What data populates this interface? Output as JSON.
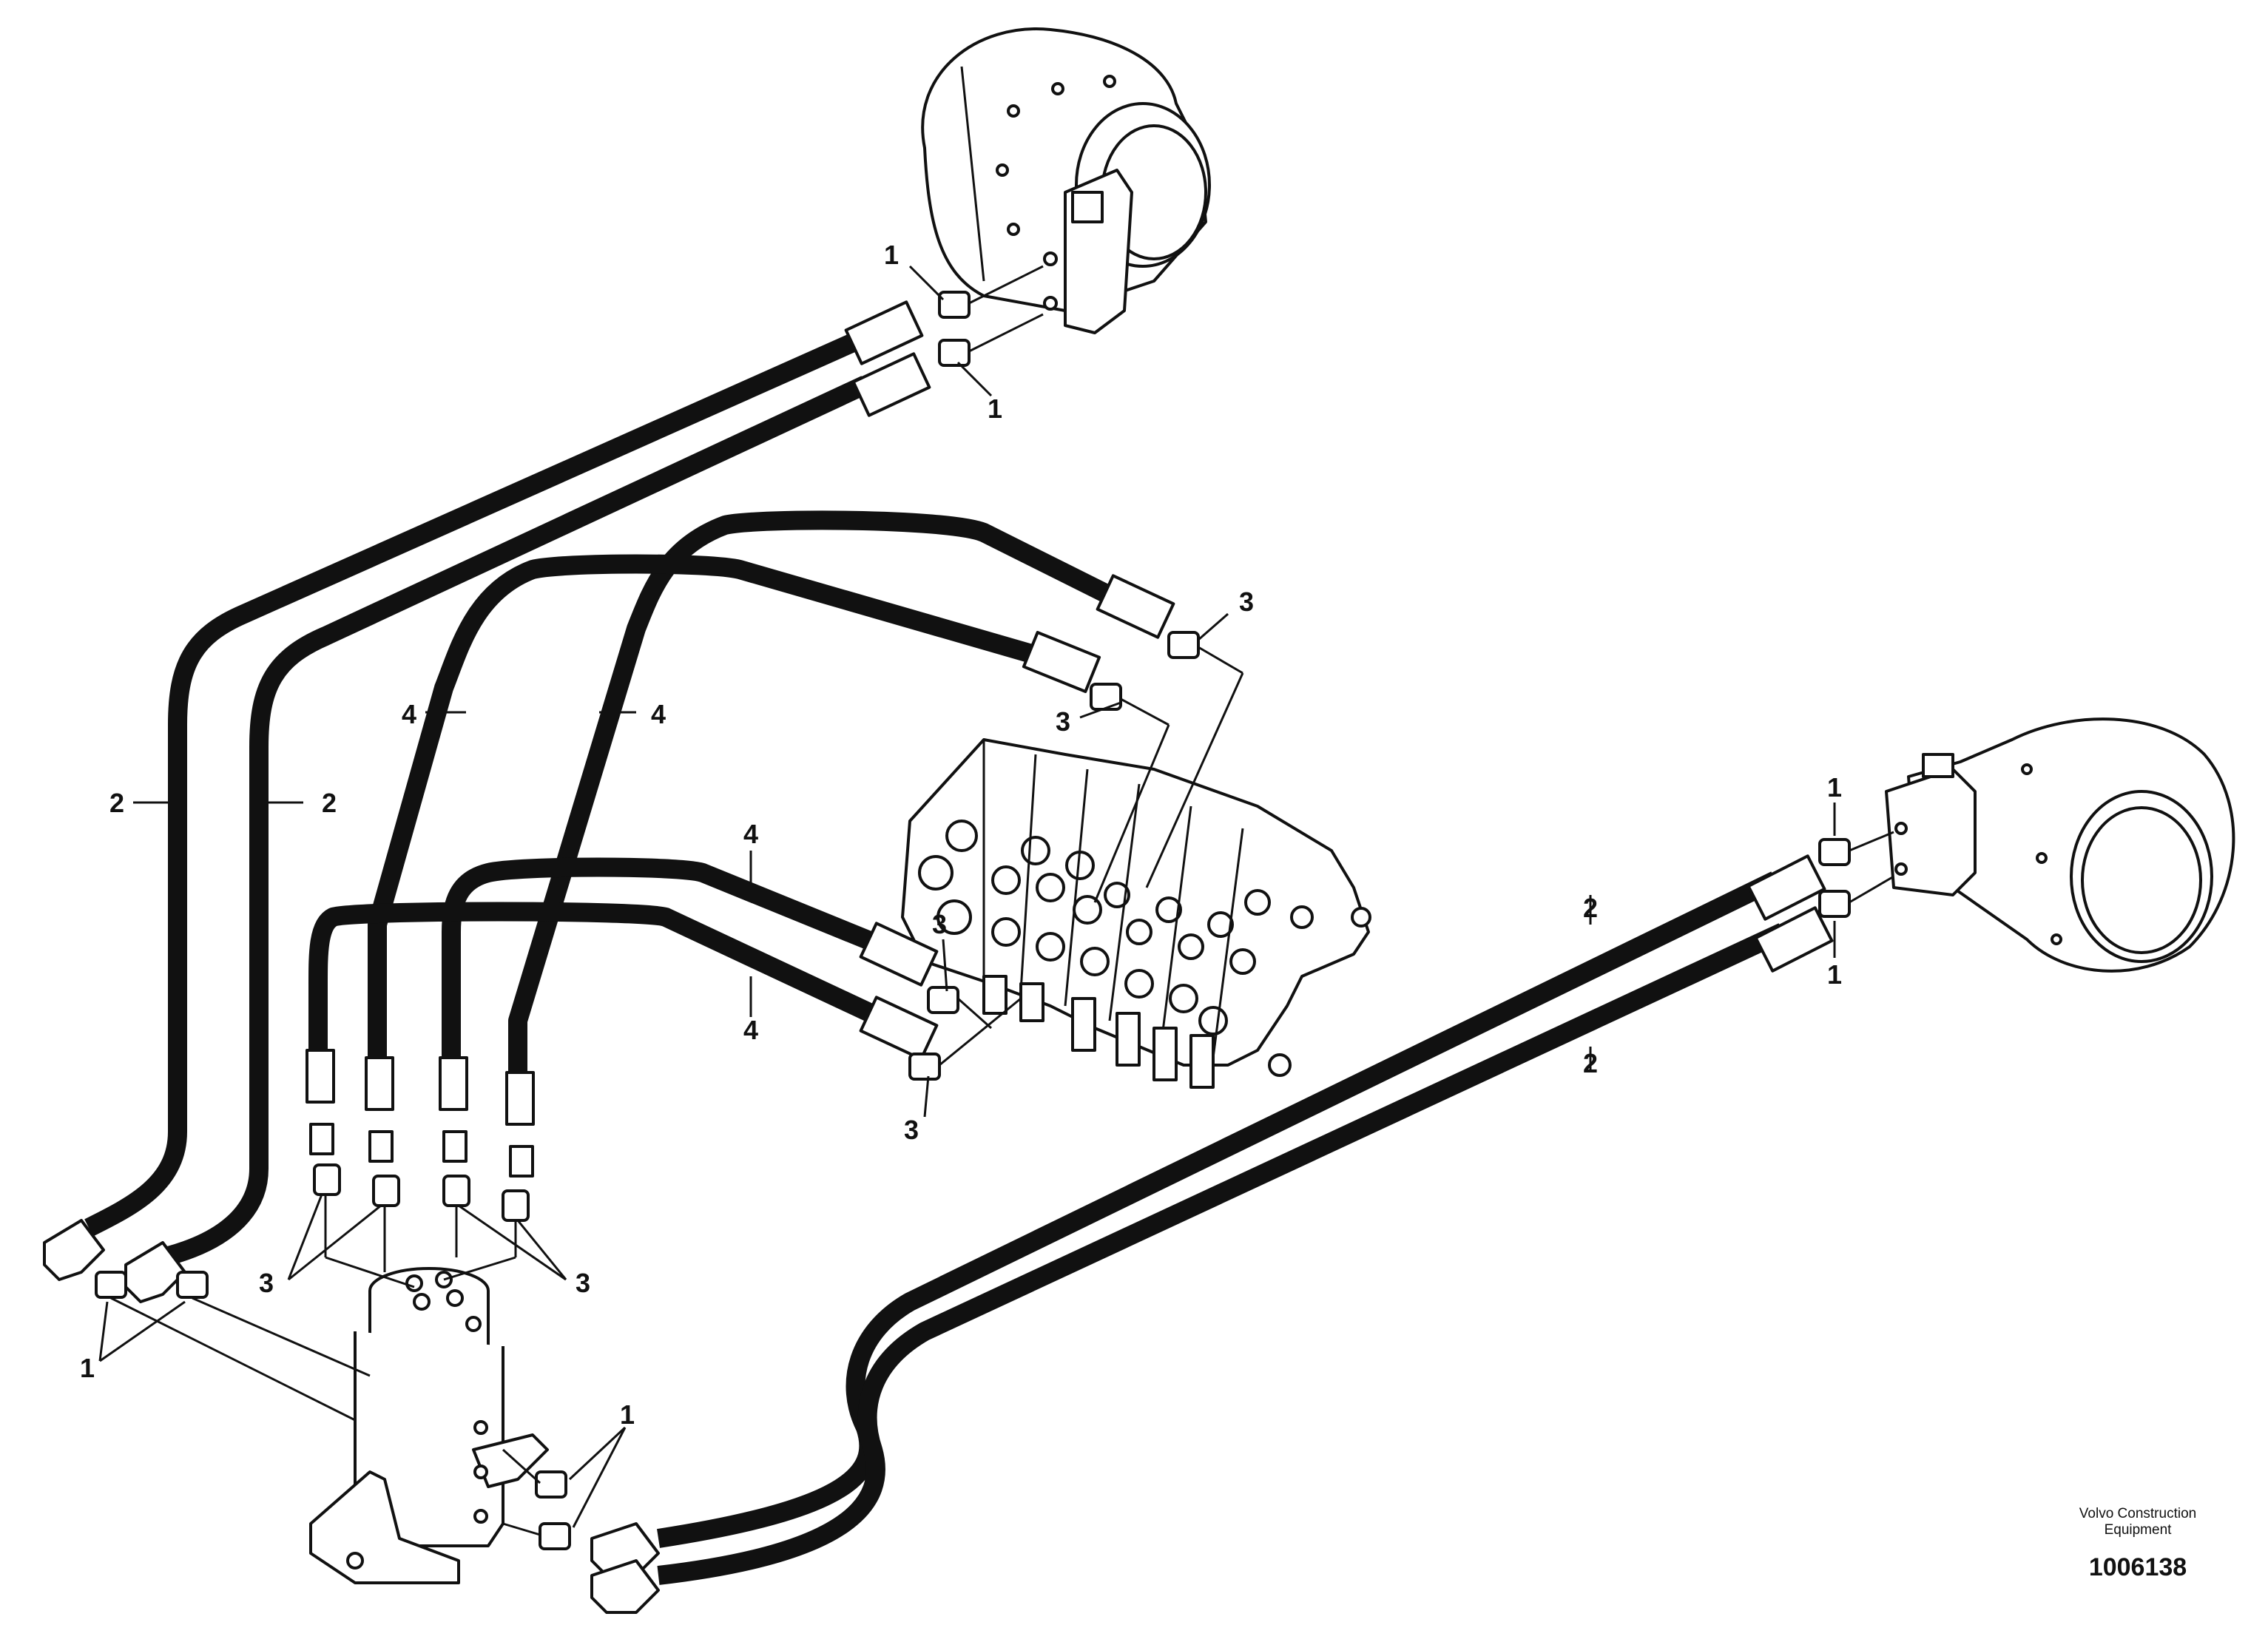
{
  "callouts": {
    "c1": "1",
    "c2": "1",
    "c3": "1",
    "c4": "1",
    "c5": "1",
    "c6": "1",
    "c7": "2",
    "c8": "2",
    "c9": "2",
    "c10": "2",
    "c11": "3",
    "c12": "3",
    "c13": "3",
    "c14": "3",
    "c15": "3",
    "c16": "3",
    "c17": "4",
    "c18": "4",
    "c19": "4",
    "c20": "4"
  },
  "brand": {
    "line1": "Volvo Construction",
    "line2": "Equipment"
  },
  "doc_number": "1006138"
}
